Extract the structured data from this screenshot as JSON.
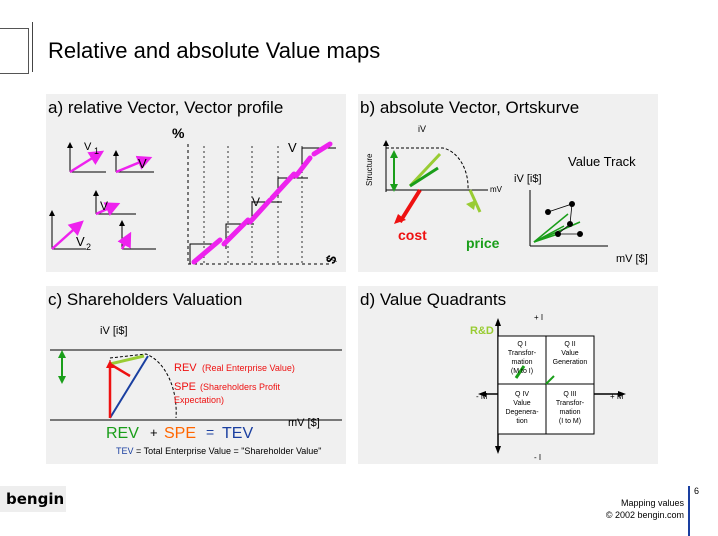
{
  "slide": {
    "title": "Relative and absolute Value maps",
    "logo": "bengin",
    "page_number": "6",
    "footer_line1": "Mapping values",
    "footer_line2": "© 2002 bengin.com"
  },
  "panel_a": {
    "title": "a) relative Vector, Vector profile",
    "percent": "%",
    "dollar": "$",
    "v1_main": "V",
    "v1_sub": "1",
    "v2_main": "V",
    "v2_sub": "2",
    "small_v": "V"
  },
  "panel_b": {
    "title": "b) absolute Vector, Ortskurve",
    "iv": "iV",
    "structure": "Structure",
    "mv": "mV",
    "cost": "cost",
    "price": "price",
    "value_track": "Value Track",
    "iv_dollar": "iV [i$]",
    "mv_dollar": "mV [$]"
  },
  "panel_c": {
    "title": "c) Shareholders Valuation",
    "iv_axis": "iV [i$]",
    "rev_label": "REV",
    "rev_desc": "(Real Enterprise Value)",
    "spe_label": "SPE",
    "spe_desc": "(Shareholders Profit",
    "spe_desc2": "Expectation)",
    "mv_axis": "mV [$]",
    "eq_rev": "REV",
    "eq_plus": "+",
    "eq_spe": "SPE",
    "eq_equals": "=",
    "eq_tev": "TEV",
    "note_tev": "TEV",
    "note_rest": "= Total Enterprise Value = \"Shareholder Value\""
  },
  "panel_d": {
    "title": "d) Value Quadrants",
    "plus_i": "+ I",
    "minus_i": "- I",
    "minus_m": "- M",
    "plus_m": "+ M",
    "rd": "R&D",
    "q1": [
      "Q I",
      "Transfor-",
      "mation",
      "(M to I)"
    ],
    "q2": [
      "Q II",
      "Value",
      "Generation"
    ],
    "q4": [
      "Q IV",
      "Value",
      "Degenera-",
      "tion"
    ],
    "q3": [
      "Q III",
      "Transfor-",
      "mation",
      "(I to M)"
    ]
  },
  "colors": {
    "magenta": "#ee22ee",
    "red": "#ee1111",
    "green": "#1a9e1a",
    "lightgreen": "#99cc33",
    "orange": "#ff6600",
    "blue": "#1a3fa0",
    "panel_bg": "#f0f0f0"
  }
}
